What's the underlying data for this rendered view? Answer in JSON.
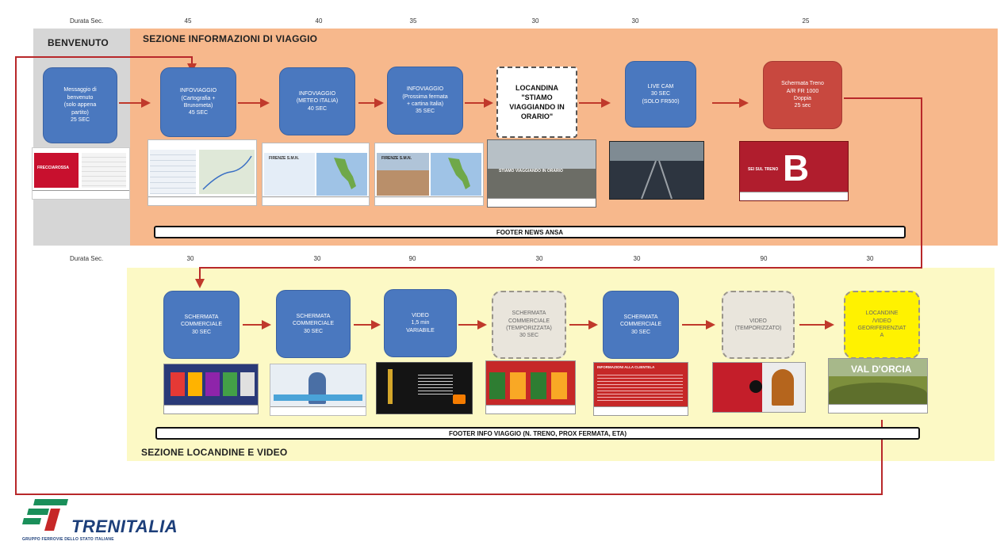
{
  "duration": {
    "label_top": "Durata Sec.",
    "label_bottom": "Durata Sec.",
    "top_values": [
      "45",
      "40",
      "35",
      "30",
      "30",
      "25"
    ],
    "bottom_values": [
      "30",
      "30",
      "90",
      "30",
      "30",
      "90",
      "30"
    ]
  },
  "sections": {
    "welcome": "BENVENUTO",
    "travel_info": "SEZIONE INFORMAZIONI DI VIAGGIO",
    "ads_video": "SEZIONE LOCANDINE E VIDEO"
  },
  "top_nodes": [
    {
      "label": "Messaggio di\nbenvenuto\n(solo appena\npartito)\n25 SEC",
      "style": "blue"
    },
    {
      "label": "INFOVIAGGIO\n(Cartografia +\nBrunometa)\n45 SEC",
      "style": "blue"
    },
    {
      "label": "INFOVIAGGIO\n(METEO ITALIA)\n40 SEC",
      "style": "blue"
    },
    {
      "label": "INFOVIAGGIO\n(Prossima fermata\n+ cartina Italia)\n35 SEC",
      "style": "blue"
    },
    {
      "label": "LOCANDINA\n\"STIAMO\nVIAGGIANDO IN\nORARIO\"",
      "style": "white-dash"
    },
    {
      "label": "LIVE CAM\n30 SEC\n(SOLO FR500)",
      "style": "blue"
    },
    {
      "label": "Schermata Treno\nA/R FR 1000\nDoppia\n25 sec",
      "style": "red"
    }
  ],
  "bottom_nodes": [
    {
      "label": "SCHERMATA\nCOMMERCIALE\n30 SEC",
      "style": "blue"
    },
    {
      "label": "SCHERMATA\nCOMMERCIALE\n30 SEC",
      "style": "blue"
    },
    {
      "label": "VIDEO\n1,5 min\nVARIABILE",
      "style": "blue"
    },
    {
      "label": "SCHERMATA\nCOMMERCIALE\n(TEMPORIZZATA)\n30 SEC",
      "style": "grey-dash"
    },
    {
      "label": "SCHERMATA\nCOMMERCIALE\n30 SEC",
      "style": "blue"
    },
    {
      "label": "VIDEO\n(TEMPORIZZATO)",
      "style": "grey-dash"
    },
    {
      "label": "LOCANDINE\n/VIDEO\nGEORIFERENZIAT\nA",
      "style": "yellow-dash"
    }
  ],
  "top_thumbs": [
    {
      "caption": "FRECCIAROSSA",
      "text": "",
      "bg": "#c8102e"
    },
    {
      "caption": "",
      "text": "",
      "bg": "#dfe8f0"
    },
    {
      "caption": "",
      "text": "FIRENZE S.M.N.",
      "bg": "#9fc3e6"
    },
    {
      "caption": "",
      "text": "FIRENZE S.M.N.",
      "bg": "#9fc3e6"
    },
    {
      "caption": "",
      "text": "STIAMO VIAGGIANDO IN ORARIO",
      "bg": "#8a8a86"
    },
    {
      "caption": "",
      "text": "",
      "bg": "#2d3540"
    },
    {
      "caption": "",
      "text": "SEI SUL TRENO",
      "bg": "#b01d2d"
    }
  ],
  "bottom_thumbs": [
    {
      "text": "",
      "bg": "#2a3a78"
    },
    {
      "text": "",
      "bg": "#e8eef4"
    },
    {
      "text": "",
      "bg": "#141414"
    },
    {
      "text": "",
      "bg": "#c62828"
    },
    {
      "text": "INFORMAZIONI ALLA CLIENTELA",
      "bg": "#c62828"
    },
    {
      "text": "",
      "bg": "#c41e2a"
    },
    {
      "text": "VAL D'ORCIA",
      "bg": "#7d8f3c"
    }
  ],
  "footers": {
    "top": "FOOTER NEWS ANSA",
    "bottom": "FOOTER INFO VIAGGIO (N. TRENO, PROX FERMATA, ETA)"
  },
  "logo": {
    "name": "TRENITALIA",
    "subtitle": "GRUPPO FERROVIE DELLO STATO ITALIANE"
  },
  "colors": {
    "orange_band": "#f7b88c",
    "yellow_band": "#fcf9c5",
    "grey_band": "#d6d6d6",
    "arrow_red": "#c0392b",
    "loop_red": "#b8282a"
  }
}
